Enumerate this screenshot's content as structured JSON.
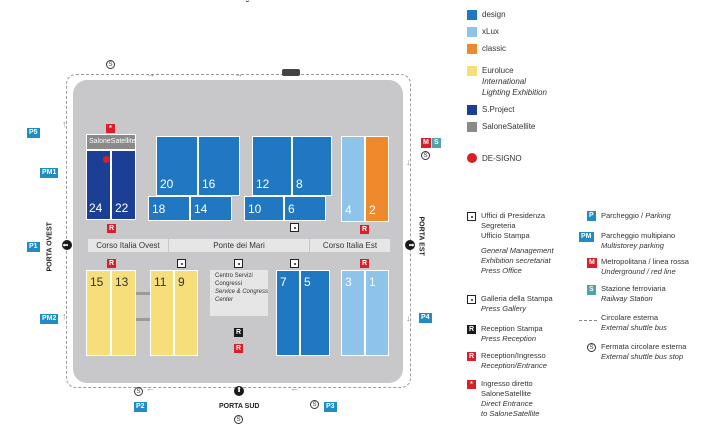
{
  "top_mark": "˘",
  "legend_colors": [
    {
      "color": "#1f78c1",
      "label": "design",
      "sub": ""
    },
    {
      "color": "#8fc4ea",
      "label": "xLux",
      "sub": ""
    },
    {
      "color": "#ef8a2c",
      "label": "classic",
      "sub": ""
    },
    {
      "color": "#f6df7a",
      "label": "Euroluce",
      "sub1": "International",
      "sub2": "Lighting Exhibition"
    },
    {
      "color": "#1c3f96",
      "label": "S.Project",
      "sub": ""
    },
    {
      "color": "#8a8a8a",
      "label": "SaloneSatellite",
      "sub": ""
    }
  ],
  "designo": {
    "color": "#d81f2a",
    "label": "DE-SIGNO"
  },
  "halls": {
    "h24": "24",
    "h22": "22",
    "h20": "20",
    "h16": "16",
    "h18": "18",
    "h14": "14",
    "h12": "12",
    "h8": "8",
    "h10": "10",
    "h6": "6",
    "h4": "4",
    "h2": "2",
    "h15": "15",
    "h13": "13",
    "h11": "11",
    "h9": "9",
    "h7": "7",
    "h5": "5",
    "h3": "3",
    "h1": "1"
  },
  "satellite_label": "SaloneSatellite",
  "roads": {
    "ovest": "Corso Italia Ovest",
    "ponte": "Ponte dei Mari",
    "est": "Corso Italia Est"
  },
  "centro": {
    "l1": "Centro Servizi",
    "l2": "Congressi",
    "l3": "Service & Congress",
    "l4": "Center"
  },
  "gates": {
    "ovest": "PORTA OVEST",
    "est": "PORTA EST",
    "sud": "PORTA SUD"
  },
  "parking": {
    "p5": "P5",
    "pm1": "PM1",
    "p1": "P1",
    "pm2": "PM2",
    "p4": "P4",
    "p2": "P2",
    "p3": "P3",
    "m": "M",
    "s": "S"
  },
  "symbols": {
    "R": "R",
    "S": "S",
    "star": "*",
    "gate": "⬆",
    "shuttle_stop": "S"
  },
  "key_left": [
    {
      "lines": [
        "Uffici di Presidenza",
        "Segreteria",
        "Ufficio Stampa"
      ],
      "italic": [
        "General Management",
        "Exhibition secretariat",
        "Press Office"
      ]
    },
    {
      "lines": [
        "Galleria della Stampa"
      ],
      "italic": [
        "Press Gallery"
      ]
    },
    {
      "lines": [
        "Reception Stampa"
      ],
      "italic": [
        "Press Reception"
      ]
    },
    {
      "lines": [
        "Reception/Ingresso"
      ],
      "italic": [
        "Reception/Entrance"
      ]
    },
    {
      "lines": [
        "Ingresso diretto",
        "SaloneSatellite"
      ],
      "italic": [
        "Direct Entrance",
        "to SaloneSatellite"
      ]
    }
  ],
  "key_right": [
    {
      "badge": "P",
      "line": "Parcheggio / ",
      "italic": "Parking"
    },
    {
      "badge": "PM",
      "line": "Parcheggio multipiano",
      "italic": "Multistorey parking"
    },
    {
      "badge": "M",
      "line": "Metropolitana / linea rossa",
      "italic": "Underground / red line"
    },
    {
      "badge": "S",
      "line": "Stazione ferroviaria",
      "italic": "Railway Station"
    },
    {
      "badge": "",
      "line": "Circolare esterna",
      "italic": "External shuttle bus"
    },
    {
      "badge": "S",
      "line": "Fermata circolare esterna",
      "italic": "External shuttle bus stop"
    }
  ]
}
